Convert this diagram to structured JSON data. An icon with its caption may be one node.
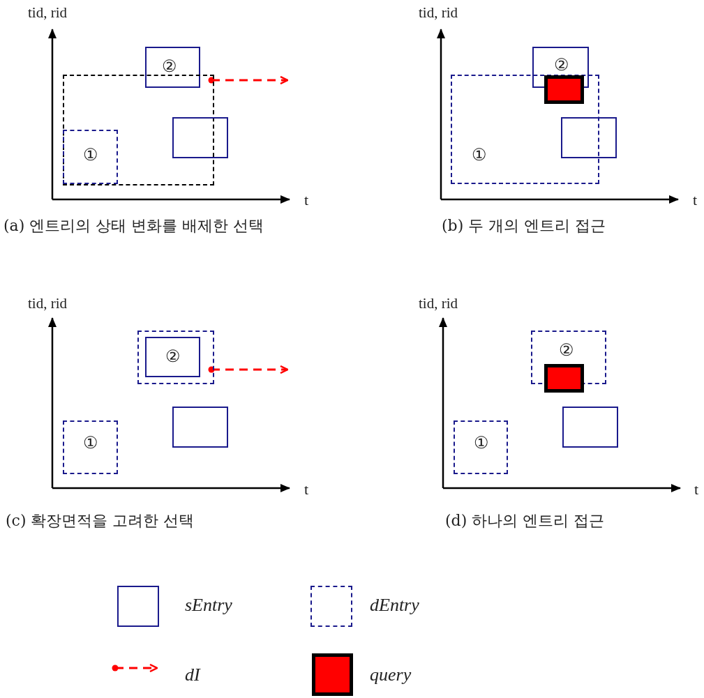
{
  "diagram": {
    "nodes": [
      {
        "text": [
          "②"
        ]
      },
      {
        "text": [],
        "shape": "box"
      },
      {
        "text": [],
        "shape": "box"
      },
      {
        "text": [
          "①"
        ],
        "in": 1
      },
      {
        "text": [
          "②"
        ]
      },
      {
        "text": [
          "①"
        ]
      },
      {
        "text": [],
        "shape": "box",
        "in": 5
      },
      {
        "text": [],
        "shape": "box"
      },
      {
        "text": [],
        "shape": "box"
      },
      {
        "text": [
          "②"
        ],
        "in": 8
      },
      {
        "text": [],
        "shape": "box"
      },
      {
        "text": [
          "①"
        ]
      },
      {
        "text": [
          "②"
        ]
      },
      {
        "text": [],
        "shape": "box"
      },
      {
        "text": [],
        "shape": "box"
      },
      {
        "text": [
          "①"
        ]
      }
    ],
    "edges": [
      {
        "from": 1,
        "to": null,
        "arrow": "to",
        "style": "dashed",
        "color": "#ff0000"
      },
      {
        "from": 8,
        "to": null,
        "arrow": "to",
        "style": "dashed",
        "color": "#ff0000"
      }
    ],
    "labels": [
      "tid, rid",
      "tid, rid",
      "t",
      "t",
      "(a) 엔트리의 상태 변화를 배제한 선택",
      "(b) 두 개의 엔트리 접근",
      "tid, rid",
      "tid, rid",
      "t",
      "t",
      "(c) 확장면적을 고려한 선택",
      "(d) 하나의 엔트리 접근"
    ],
    "legend": [
      {
        "text": "sEntry"
      },
      {
        "text": "dEntry"
      },
      {
        "text": "dI"
      },
      {
        "text": "query"
      }
    ]
  }
}
